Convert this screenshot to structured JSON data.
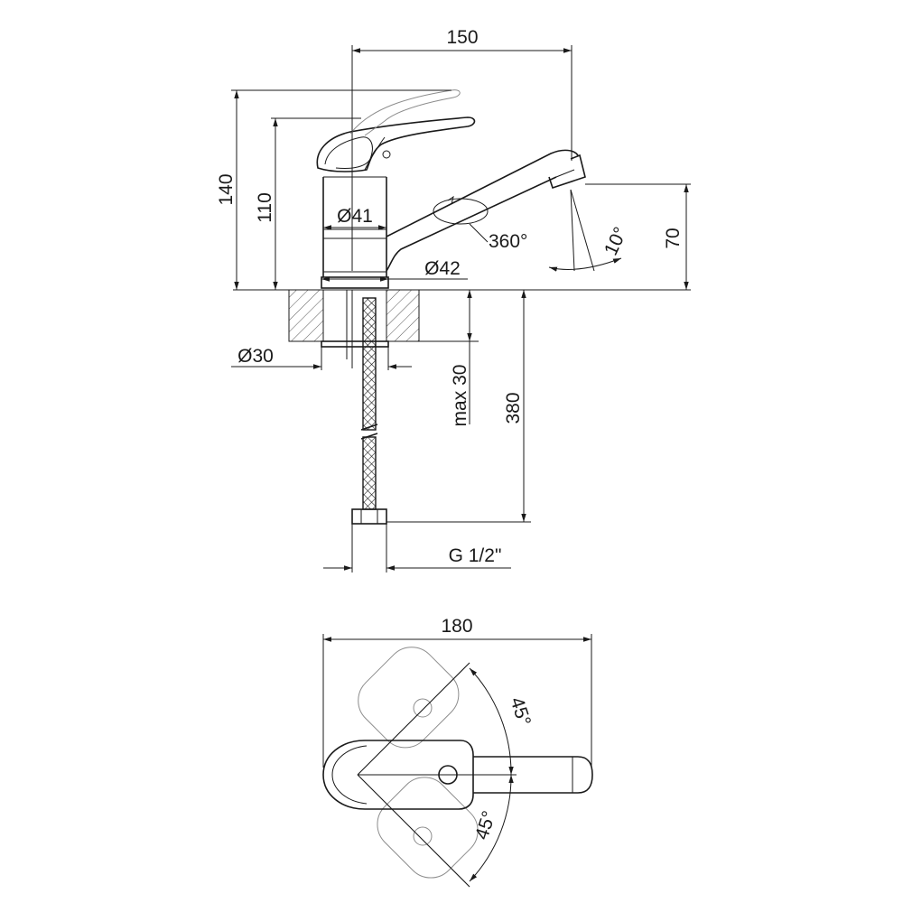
{
  "side_view": {
    "width_label": "150",
    "height_total_label": "140",
    "height_body_label": "110",
    "diam_body_label": "Ø41",
    "diam_base_label": "Ø42",
    "swivel_label": "360°",
    "spout_angle_label": "10°",
    "spout_height_label": "70",
    "shank_diam_label": "Ø30",
    "max_thickness_label": "max 30",
    "hose_length_label": "380",
    "thread_label": "G 1/2\""
  },
  "top_view": {
    "width_label": "180",
    "angle_upper_label": "45°",
    "angle_lower_label": "45°"
  },
  "colors": {
    "line": "#1a1a1a",
    "ghost": "#8c8c8c",
    "hatch": "#555555"
  }
}
